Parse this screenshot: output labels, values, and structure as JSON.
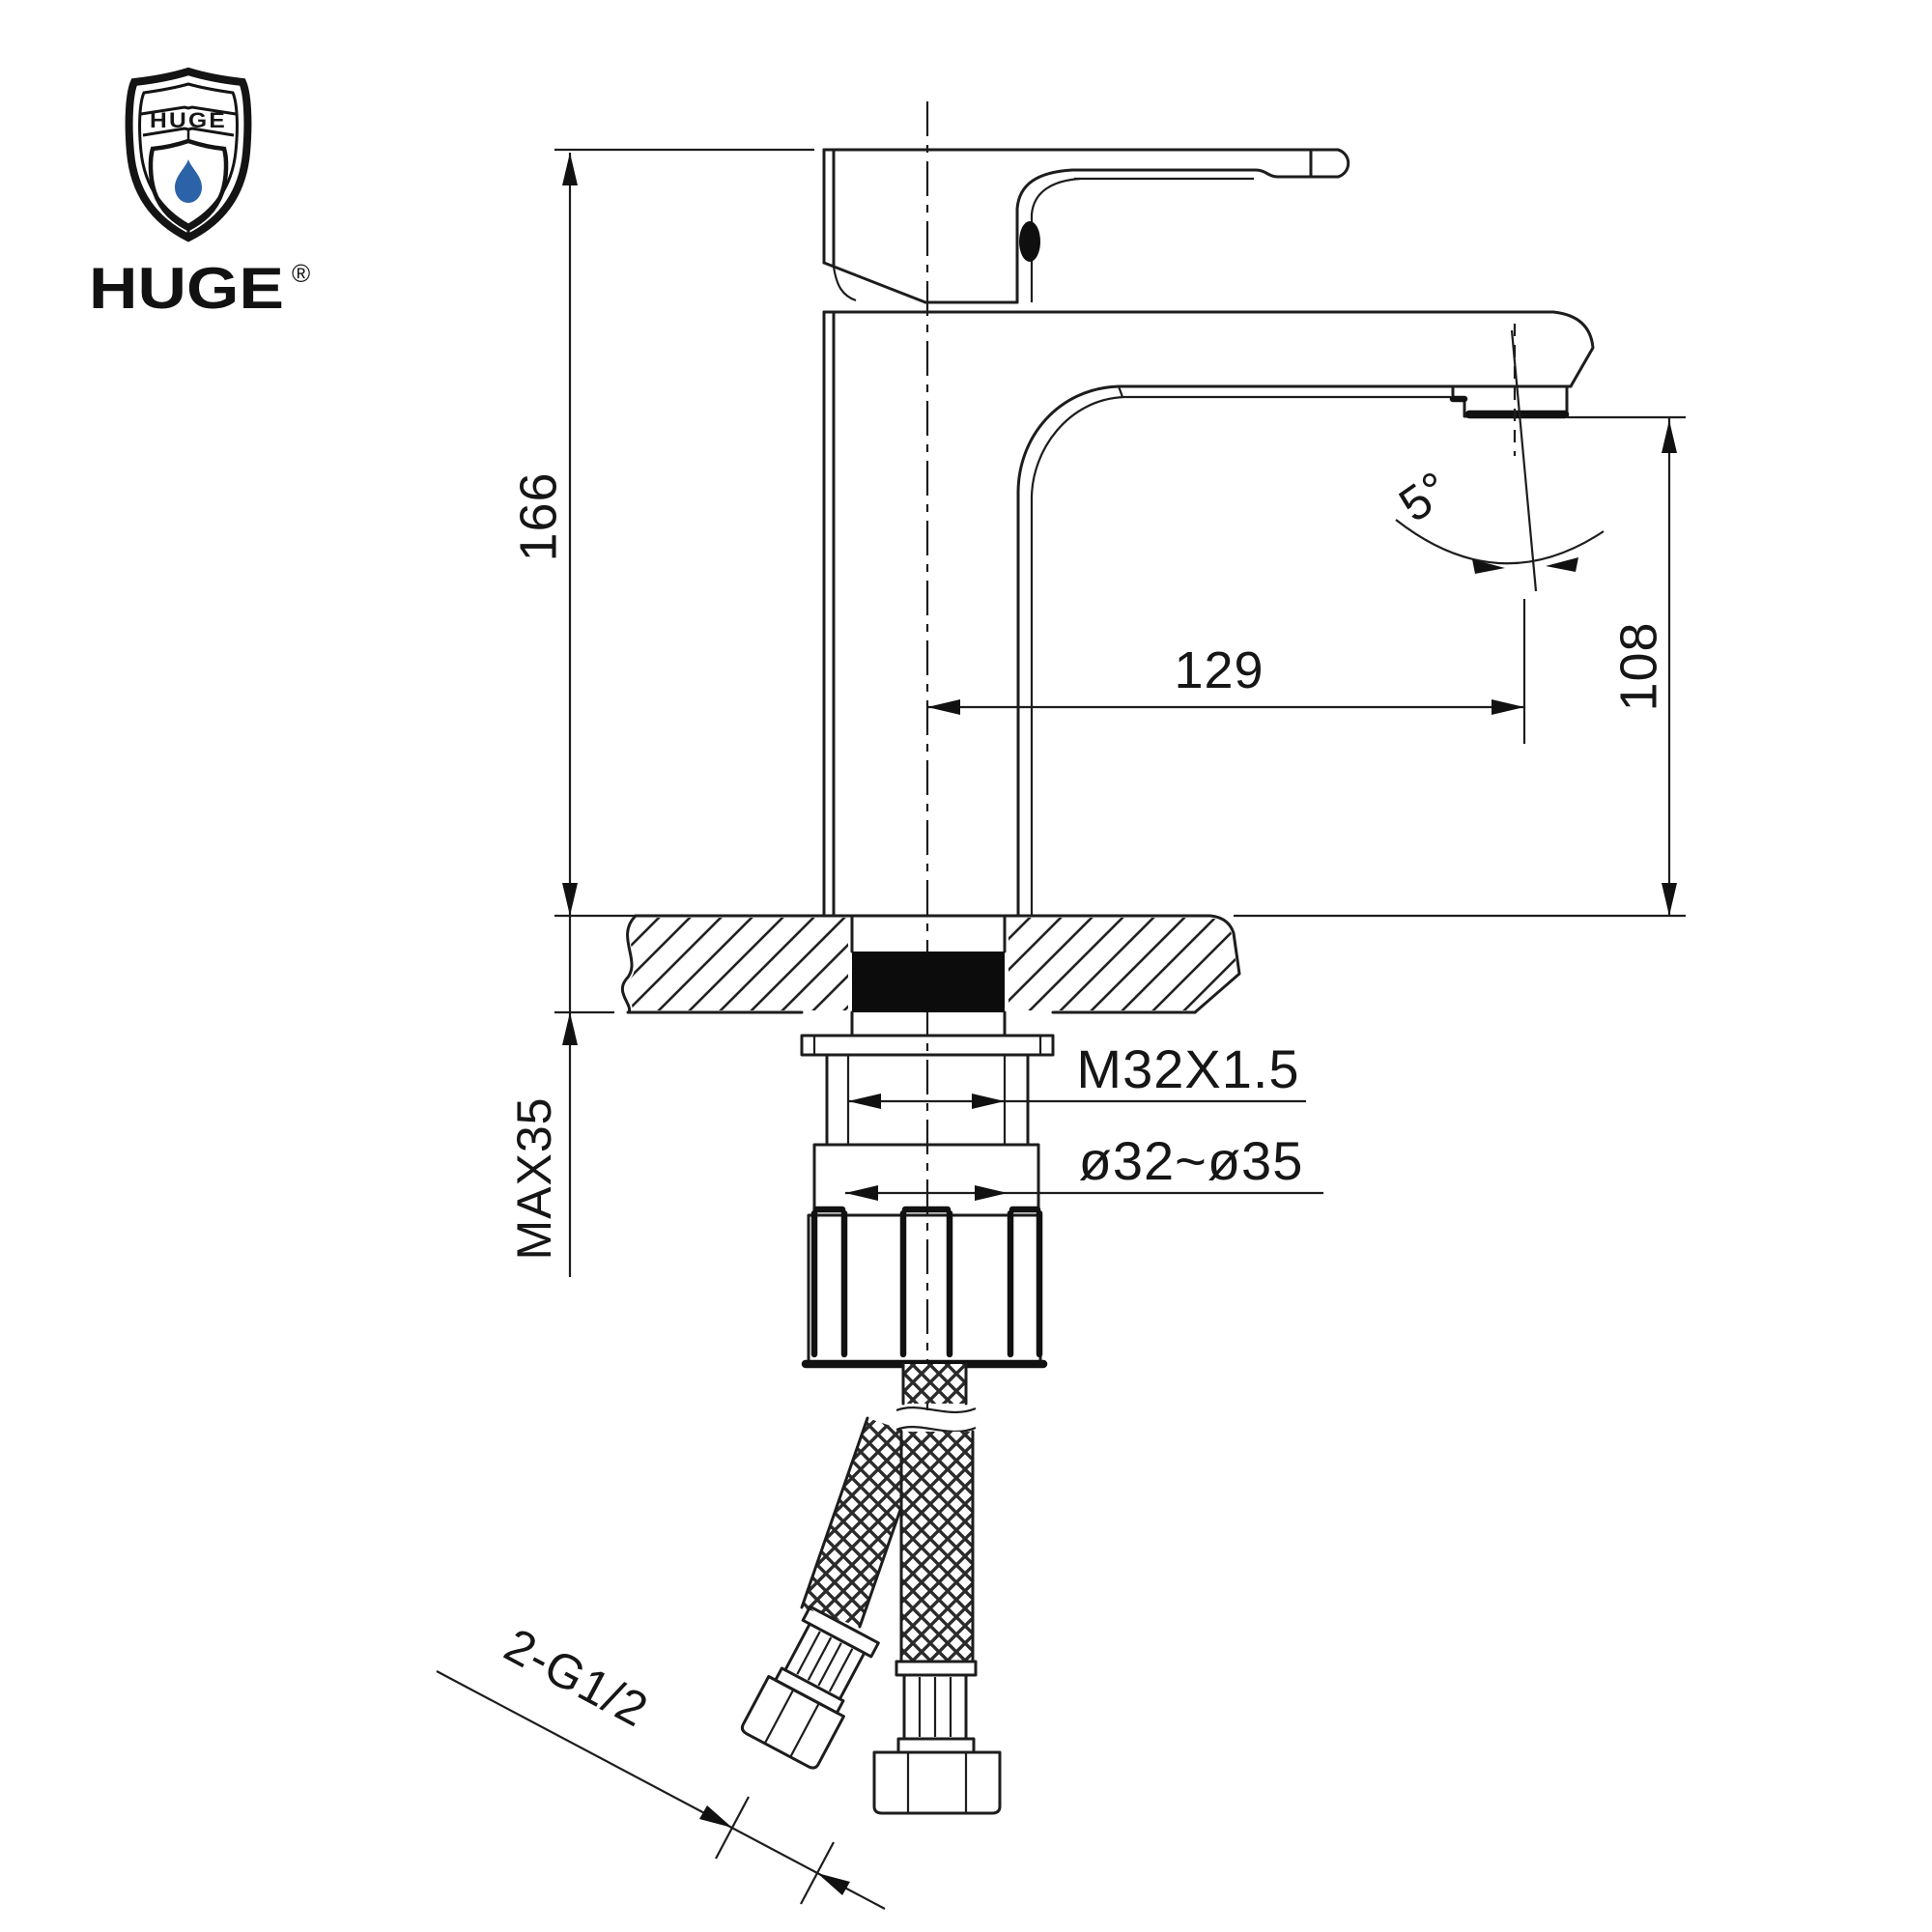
{
  "brand": {
    "shield_label": "HUGE",
    "wordmark": "HUGE",
    "registered": "®"
  },
  "dimensions": {
    "overall_height": "166",
    "spout_reach": "129",
    "outlet_height": "108",
    "outlet_angle": "5°",
    "max_deck_thickness": "MAX35",
    "shank_thread": "M32X1.5",
    "hole_diameter": "ø32~ø35",
    "inlet_thread": "2-G1/2"
  },
  "colors": {
    "line": "#1d1d1d",
    "drop_blue": "#2B62A8"
  }
}
